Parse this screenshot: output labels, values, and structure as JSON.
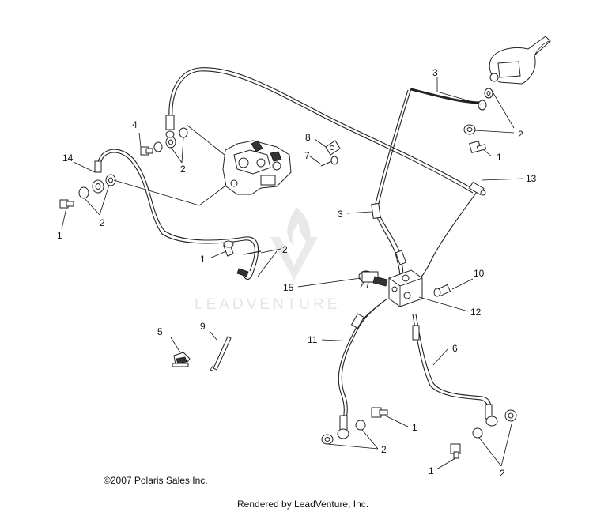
{
  "watermark": {
    "text": "LEADVENTURE"
  },
  "copyright": "©2007 Polaris Sales Inc.",
  "rendered_by": "Rendered by LeadVenture, Inc.",
  "callouts": {
    "c1a": "1",
    "c1b": "1",
    "c1c": "1",
    "c1d": "1",
    "c1e": "1",
    "c2a": "2",
    "c2b": "2",
    "c2c": "2",
    "c2d": "2",
    "c2e": "2",
    "c2f": "2",
    "c3a": "3",
    "c3b": "3",
    "c4": "4",
    "c5": "5",
    "c6": "6",
    "c7": "7",
    "c8": "8",
    "c9": "9",
    "c10": "10",
    "c11": "11",
    "c12": "12",
    "c13": "13",
    "c14": "14",
    "c15": "15"
  }
}
